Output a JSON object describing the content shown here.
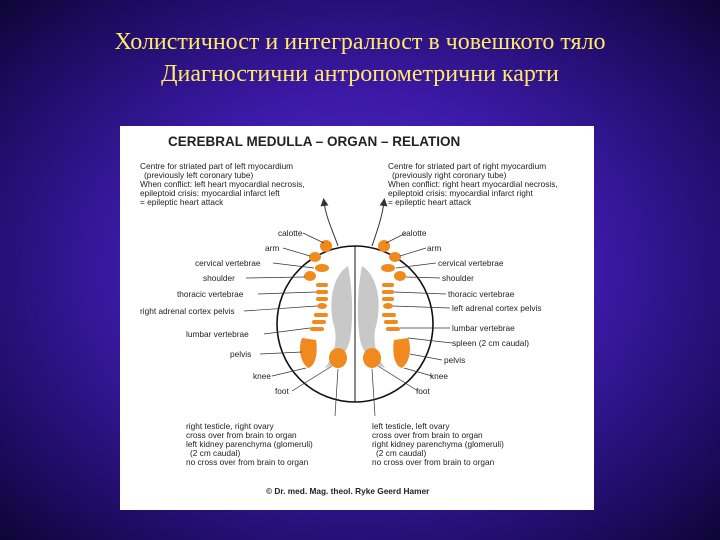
{
  "slide": {
    "title_line1": "Холистичност и интегралност в човешкото тяло",
    "title_line2": "Диагностични антропометрични карти"
  },
  "diagram": {
    "heading": "CEREBRAL MEDULLA – ORGAN – RELATION",
    "left_block": [
      "Centre for striated part of left myocardium",
      "(previously left coronary tube)",
      "When conflict: left heart myocardial necrosis,",
      "epileptoid crisis: myocardial infarct left",
      "= epileptic heart attack"
    ],
    "right_block": [
      "Centre for striated part of right myocardium",
      "(previously right coronary tube)",
      "When conflict: right heart myocardial necrosis,",
      "epileptoid crisis: myocardial infarct right",
      "= epileptic heart attack"
    ],
    "left_labels": [
      "calotte",
      "arm",
      "cervical vertebrae",
      "shoulder",
      "thoracic vertebrae",
      "right adrenal cortex pelvis",
      "lumbar vertebrae",
      "pelvis",
      "knee",
      "foot"
    ],
    "right_labels": [
      "calotte",
      "arm",
      "cervical vertebrae",
      "shoulder",
      "thoracic vertebrae",
      "left adrenal cortex pelvis",
      "lumbar vertebrae",
      "spleen (2 cm caudal)",
      "pelvis",
      "knee",
      "foot"
    ],
    "bottom_left": [
      "right testicle, right ovary",
      "cross over from brain to organ",
      "left kidney parenchyma (glomeruli)",
      "(2 cm caudal)",
      "no cross over from brain to organ"
    ],
    "bottom_right": [
      "left testicle, left ovary",
      "cross over from brain to organ",
      "right kidney parenchyma (glomeruli)",
      "(2 cm caudal)",
      "no cross over from brain to organ"
    ],
    "credit": "© Dr. med. Mag. theol. Ryke Geerd Hamer"
  },
  "colors": {
    "title": "#ffe86a",
    "organ": "#f08a1e",
    "medulla": "#c8c8c8"
  }
}
